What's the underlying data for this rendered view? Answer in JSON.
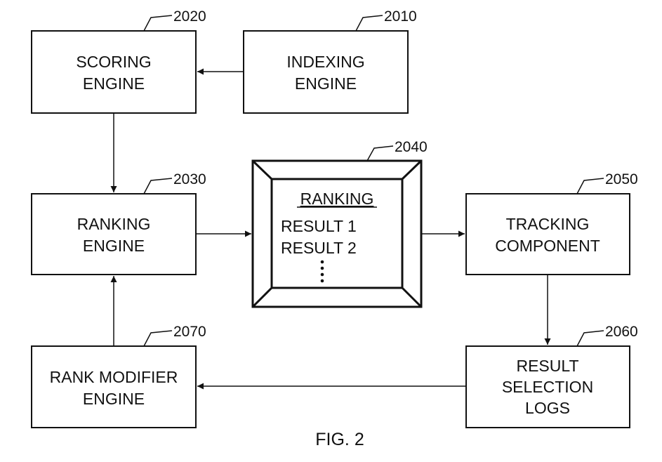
{
  "figure_label": "FIG. 2",
  "boxes": {
    "scoring": {
      "id": "2020",
      "lines": [
        "SCORING",
        "ENGINE"
      ]
    },
    "indexing": {
      "id": "2010",
      "lines": [
        "INDEXING",
        "ENGINE"
      ]
    },
    "ranking_engine": {
      "id": "2030",
      "lines": [
        "RANKING",
        "ENGINE"
      ]
    },
    "display": {
      "id": "2040",
      "heading": "RANKING",
      "results": [
        "RESULT 1",
        "RESULT 2"
      ]
    },
    "tracking": {
      "id": "2050",
      "lines": [
        "TRACKING",
        "COMPONENT"
      ]
    },
    "logs": {
      "id": "2060",
      "lines": [
        "RESULT",
        "SELECTION",
        "LOGS"
      ]
    },
    "rank_modifier": {
      "id": "2070",
      "lines": [
        "RANK MODIFIER",
        "ENGINE"
      ]
    }
  }
}
